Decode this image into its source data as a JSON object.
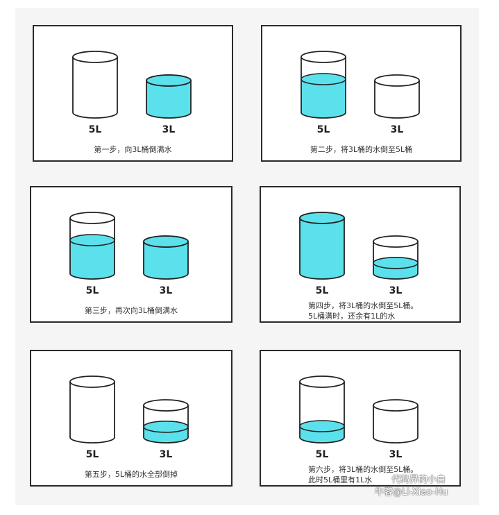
{
  "colors": {
    "water": "#5be1ec",
    "stroke": "#222222",
    "panel_border": "#2a2a2a",
    "sheet": "#f5f5f5"
  },
  "steps": [
    {
      "labels": [
        "5L",
        "3L"
      ],
      "levels": [
        0,
        1
      ],
      "caption": [
        "第一步，向3L桶倒满水"
      ]
    },
    {
      "labels": [
        "5L",
        "3L"
      ],
      "levels": [
        0.6,
        0
      ],
      "caption": [
        "第二步，将3L桶的水倒至5L桶"
      ]
    },
    {
      "labels": [
        "5L",
        "3L"
      ],
      "levels": [
        0.6,
        1
      ],
      "caption": [
        "第三步，再次向3L桶倒满水"
      ]
    },
    {
      "labels": [
        "5L",
        "3L"
      ],
      "levels": [
        1,
        0.33
      ],
      "caption": [
        "第四步，将3L桶的水倒至5L桶。",
        "5L桶满时，还余有1L的水"
      ]
    },
    {
      "labels": [
        "5L",
        "3L"
      ],
      "levels": [
        0,
        0.33
      ],
      "caption": [
        "第五步，5L桶的水全部倒掉"
      ]
    },
    {
      "labels": [
        "5L",
        "3L"
      ],
      "levels": [
        0.2,
        0
      ],
      "caption": [
        "第六步，将3L桶的水倒至5L桶。",
        "此时5L桶里有1L水"
      ]
    }
  ],
  "watermark": {
    "line1": "代码界的小白",
    "line2": "牛客@Li-Xiao-Hu",
    "icon": "wechat-icon"
  }
}
